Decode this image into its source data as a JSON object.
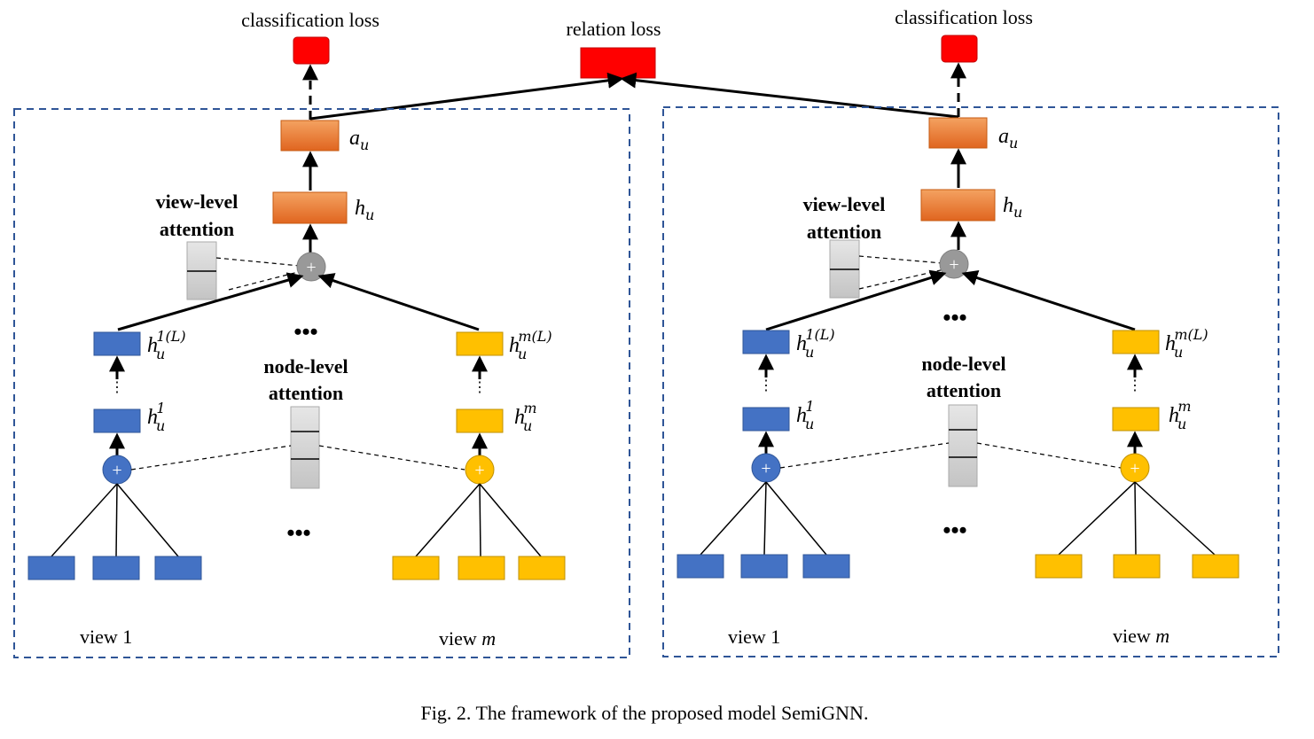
{
  "colors": {
    "blue": "#4472c4",
    "yellow": "#ffc000",
    "orange": "#ed7d31",
    "red": "#ff0000",
    "gray_node": "#999999",
    "gray_box": "#cccccc",
    "dash_border": "#2f5597"
  },
  "diagram": {
    "top": {
      "classification_loss_left": "classification loss",
      "relation_loss": "relation loss",
      "classification_loss_right": "classification loss"
    },
    "panel_left": {
      "a": "a",
      "a_sub": "u",
      "h": "h",
      "h_sub": "u",
      "view_level_1": "view-level",
      "view_level_2": "attention",
      "node_level_1": "node-level",
      "node_level_2": "attention",
      "h1L": "h",
      "h1L_sub": "u",
      "h1L_sup": "1(L)",
      "hmL": "h",
      "hmL_sub": "u",
      "hmL_sup": "m(L)",
      "h1": "h",
      "h1_sub": "u",
      "h1_sup": "1",
      "hm": "h",
      "hm_sub": "u",
      "hm_sup": "m",
      "ellipsis_mid": "•••",
      "ellipsis_bottom": "•••",
      "vdots": "⋮",
      "view1": "view 1",
      "viewm_prefix": "view ",
      "viewm_var": "m"
    },
    "panel_right": {
      "a": "a",
      "a_sub": "u",
      "h": "h",
      "h_sub": "u",
      "view_level_1": "view-level",
      "view_level_2": "attention",
      "node_level_1": "node-level",
      "node_level_2": "attention",
      "h1L": "h",
      "h1L_sub": "u",
      "h1L_sup": "1(L)",
      "hmL": "h",
      "hmL_sub": "u",
      "hmL_sup": "m(L)",
      "h1": "h",
      "h1_sub": "u",
      "h1_sup": "1",
      "hm": "h",
      "hm_sub": "u",
      "hm_sup": "m",
      "ellipsis_mid": "•••",
      "ellipsis_bottom": "•••",
      "vdots": "⋮",
      "view1": "view 1",
      "viewm_prefix": "view ",
      "viewm_var": "m"
    },
    "plus": "+"
  },
  "caption": "Fig. 2.  The framework of the proposed model SemiGNN."
}
